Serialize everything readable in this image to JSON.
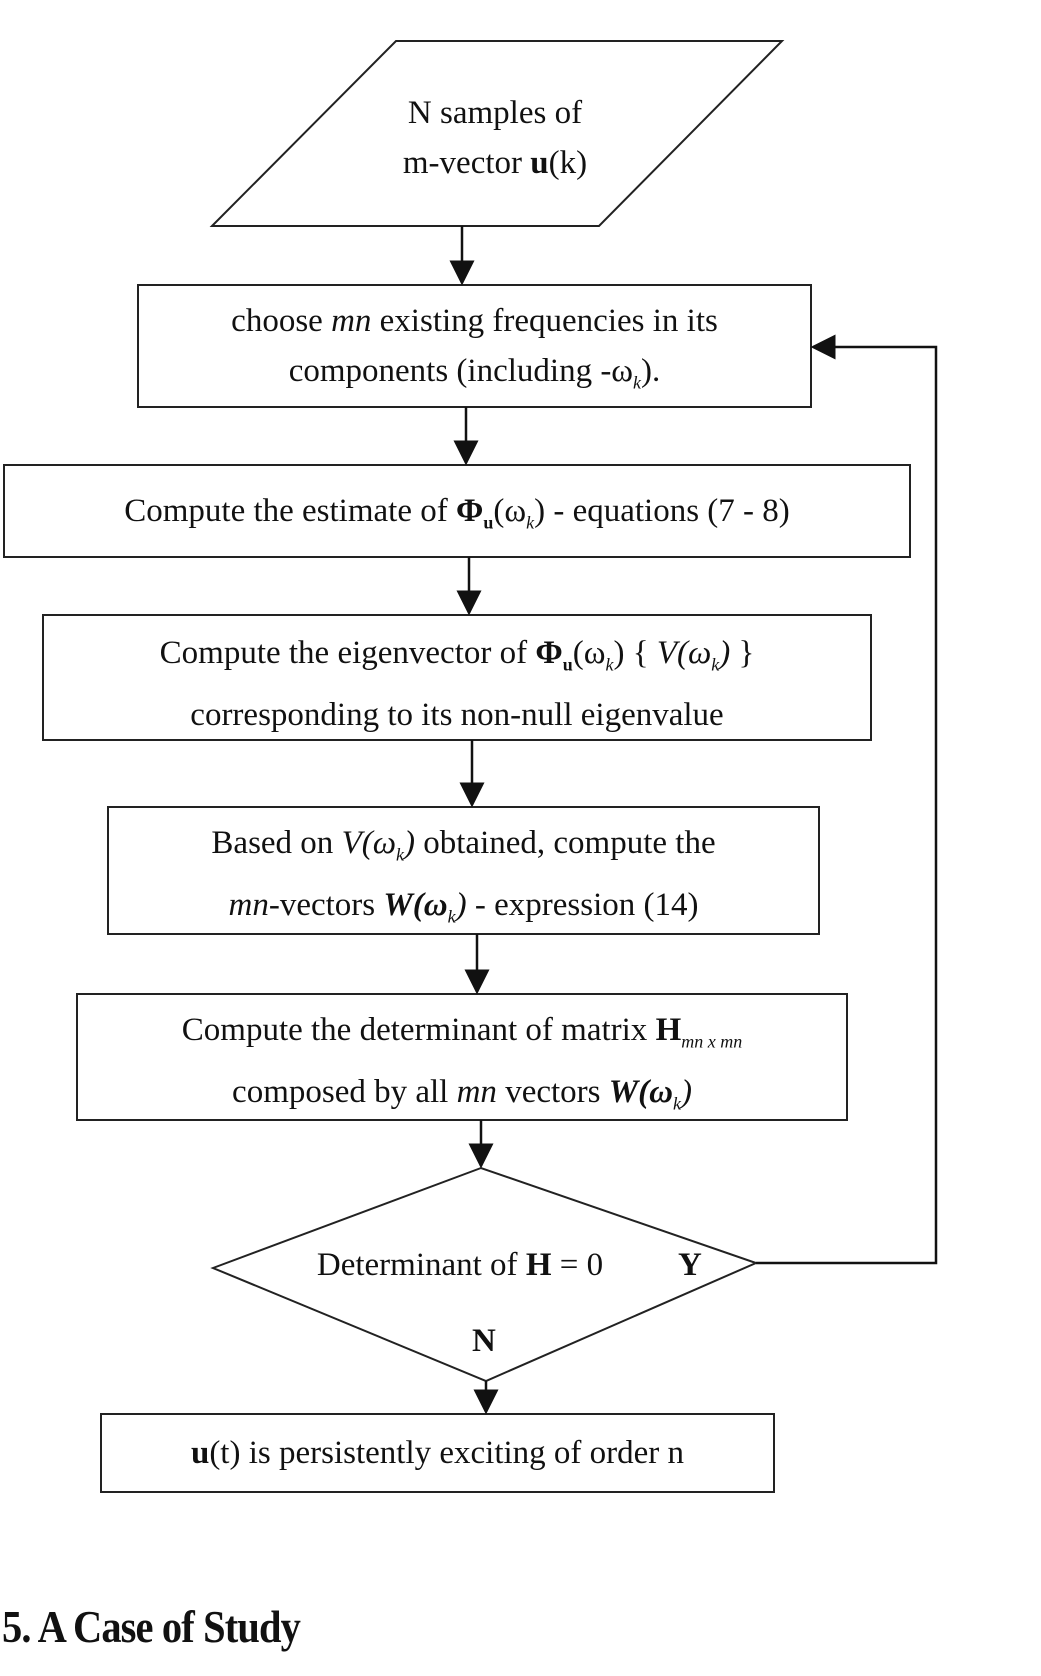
{
  "flowchart": {
    "input": {
      "line1": "N samples of",
      "line2_a": "m-vector ",
      "line2_b": "u",
      "line2_c": "(k)"
    },
    "step1": {
      "a": "choose ",
      "b": "mn",
      "c": " existing frequencies in its",
      "line2": "components (including -ω",
      "sub": "k",
      "end": ")."
    },
    "step2": {
      "a": "Compute the estimate of ",
      "phi": "Φ",
      "u": "u",
      "b": "(ω",
      "sub": "k",
      "c": ") - equations (7 - 8)"
    },
    "step3": {
      "a": "Compute the eigenvector of ",
      "phi": "Φ",
      "u": "u",
      "b": "(ω",
      "sub": "k",
      "c": ") { ",
      "v": "V(ω",
      "vsub": "k",
      "vend": ")",
      "d": " }",
      "line2": "corresponding to its non-null eigenvalue"
    },
    "step4": {
      "a": "Based on ",
      "v": "V(ω",
      "vsub": "k",
      "vend": ")",
      "b": " obtained, compute the",
      "mn": "mn",
      "c": "-vectors ",
      "w": "W(ω",
      "wsub": "k",
      "wend": ")",
      "d": " - expression (14)"
    },
    "step5": {
      "a": "Compute the determinant of matrix ",
      "h": "H",
      "hsub": "mn x mn",
      "b": "composed by all ",
      "mn": "mn",
      "c": " vectors ",
      "w": "W(ω",
      "wsub": "k",
      "wend": ")"
    },
    "decision": {
      "a": "Determinant of ",
      "h": "H",
      "b": " = 0",
      "yes": "Y",
      "no": "N"
    },
    "output": {
      "u": "u",
      "rest": "(t) is persistently exciting of order n"
    }
  },
  "heading": "5. A Case of Study"
}
